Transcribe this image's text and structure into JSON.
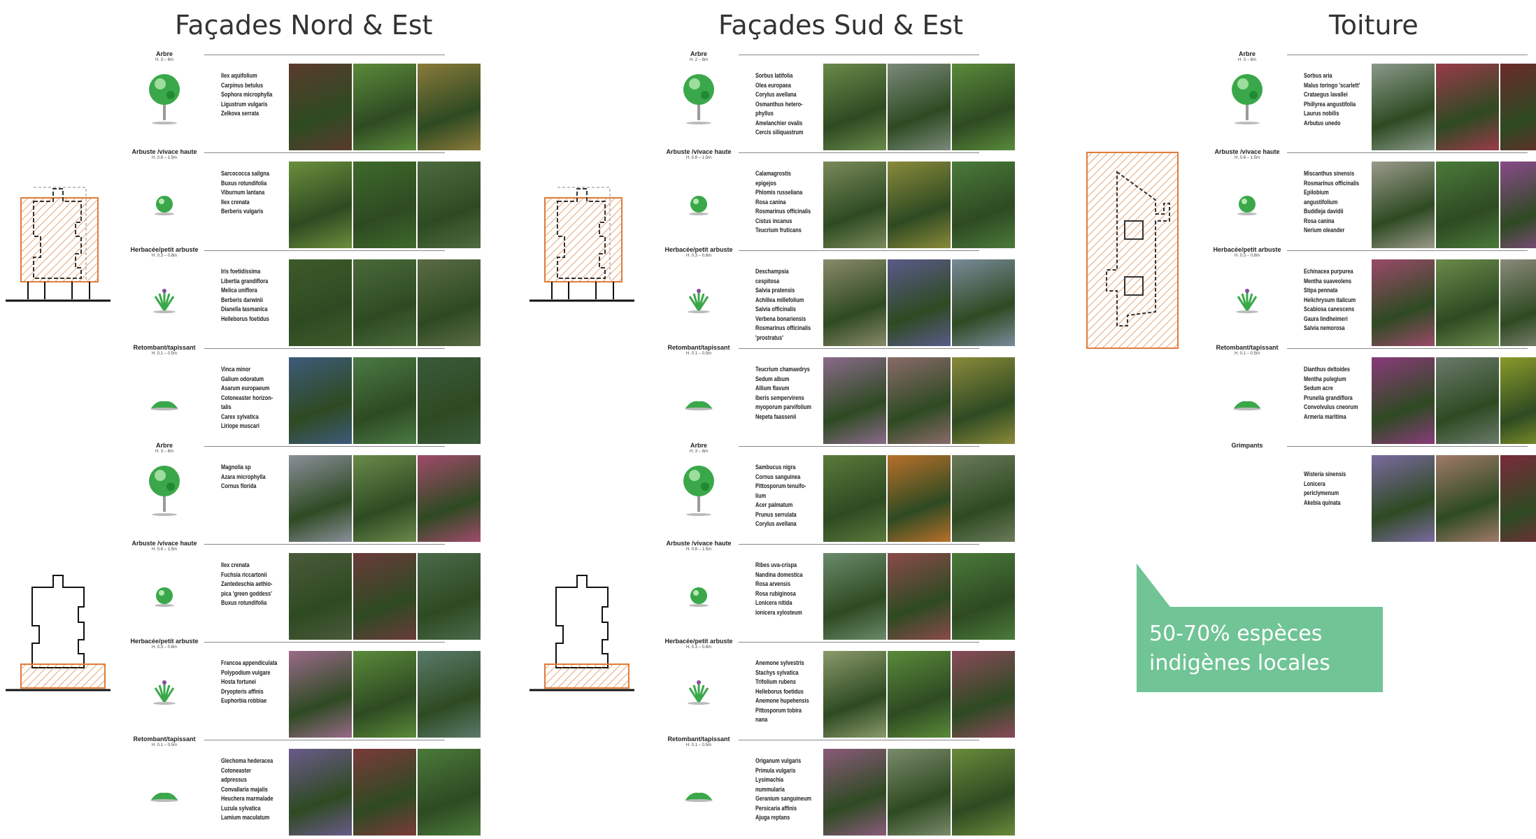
{
  "columns": [
    {
      "title": "Façades Nord & Est",
      "blocks": [
        {
          "category": "Arbre",
          "height": "H. 3 – 6m",
          "icon": "tree-icon",
          "plants": [
            "Ilex aquifolium",
            "Carpinus betulus",
            "Sophora microphylla",
            "Ligustrum vulgaris",
            "Zelkova serrata"
          ],
          "photos": [
            "#5a3b2c",
            "#5b8a3a",
            "#8a7a3a"
          ]
        },
        {
          "category": "Arbuste /vivace haute",
          "height": "H. 0.8 – 1.5m",
          "icon": "shrub-icon",
          "plants": [
            "Sarcococca saligna",
            "Buxus rotundifolia",
            "Viburnum lantana",
            "Ilex crenata",
            "Berberis vulgaris"
          ],
          "photos": [
            "#6b8f3c",
            "#3e6a2a",
            "#4d6b3e"
          ]
        },
        {
          "category": "Herbacée/petit arbuste",
          "height": "H. 0.3 – 0.8m",
          "icon": "herb-icon",
          "plants": [
            "Iris foetidissima",
            "Libertia grandiflora",
            "Melica uniflora",
            "Berberis darwinii",
            "Dianella tasmanica",
            "Helleborus foetidus"
          ],
          "photos": [
            "#3e5a2a",
            "#4a6a3a",
            "#5a6b44"
          ]
        },
        {
          "category": "Retombant/tapissant",
          "height": "H. 0.1 – 0.5m",
          "icon": "groundcover-icon",
          "plants": [
            "Vinca minor",
            "Galium odoratum",
            "Asarum europaeum",
            "Cotoneaster horizon-talis",
            "Carex sylvatica",
            "Liriope muscari"
          ],
          "photos": [
            "#3d5a7a",
            "#4a7a44",
            "#3a5a3a"
          ]
        },
        {
          "category": "Arbre",
          "height": "H. 3 – 6m",
          "icon": "tree-icon",
          "plants": [
            "Magnolia sp",
            "Azara microphylla",
            "Cornus florida"
          ],
          "photos": [
            "#8a8f9a",
            "#6a8a4a",
            "#a04a6a"
          ]
        },
        {
          "category": "Arbuste /vivace haute",
          "height": "H. 0.8 – 1.5m",
          "icon": "shrub-icon",
          "plants": [
            "Ilex crenata",
            "Fuchsia riccartonii",
            "Zantedeschia aethio-pica 'green goddess'",
            "Buxus rotundifolia"
          ],
          "photos": [
            "#4a5a3a",
            "#6a3a3a",
            "#4a6a4a"
          ]
        },
        {
          "category": "Herbacée/petit arbuste",
          "height": "H. 0.3 – 0.8m",
          "icon": "herb-icon",
          "plants": [
            "Francoa appendiculata",
            "Polypodium vulgare",
            "Hosta fortunei",
            "Dryopteris affinis",
            "Euphorbia robbiae"
          ],
          "photos": [
            "#9a6a8a",
            "#5a8a3a",
            "#5a7a6a"
          ]
        },
        {
          "category": "Retombant/tapissant",
          "height": "H. 0.1 – 0.5m",
          "icon": "groundcover-icon",
          "plants": [
            "Glechoma hederacea",
            "Cotoneaster adpressus",
            "Convallaria majalis",
            "Heuchera marmalade",
            "Luzula sylvatica",
            "Lamium maculatum"
          ],
          "photos": [
            "#6a5a8a",
            "#7a3a3a",
            "#4a7a3a"
          ]
        }
      ]
    },
    {
      "title": "Façades Sud & Est",
      "blocks": [
        {
          "category": "Arbre",
          "height": "H. 2 – 6m",
          "icon": "tree-icon",
          "plants": [
            "Sorbus latifolia",
            "Olea europaea",
            "Corylus avellana",
            "Osmanthus hetero-phyllus",
            "Amelanchier ovalis",
            "Cercis siliquastrum"
          ],
          "photos": [
            "#6a8a4a",
            "#7a8a7a",
            "#5a8a3a"
          ]
        },
        {
          "category": "Arbuste /vivace haute",
          "height": "H. 0.8 – 1.5m",
          "icon": "shrub-icon",
          "plants": [
            "Calamagrostis epigejos",
            "Phlomis russeliana",
            "Rosa canina",
            "Rosmarinus officinalis",
            "Cistus incanus",
            "Teucrium fruticans"
          ],
          "photos": [
            "#7a8a5a",
            "#8a8a3a",
            "#4a7a3a"
          ]
        },
        {
          "category": "Herbacée/petit arbuste",
          "height": "H. 0.3 – 0.8m",
          "icon": "herb-icon",
          "plants": [
            "Deschampsia cespitosa",
            "Salvia pratensis",
            "Achillea millefolium",
            "Salvia officinalis",
            "Verbena bonariensis",
            "Rosmarinus officinalis 'prostratus'"
          ],
          "photos": [
            "#8a8a6a",
            "#5a5a8a",
            "#7a8a9a"
          ]
        },
        {
          "category": "Retombant/tapissant",
          "height": "H. 0.1 – 0.5m",
          "icon": "groundcover-icon",
          "plants": [
            "Teucrium chamaedrys",
            "Sedum album",
            "Allium flavum",
            "Iberis sempervirens",
            "myoporum parvifolium",
            "Nepeta faassenii"
          ],
          "photos": [
            "#8a6a8a",
            "#8a6a6a",
            "#8a8a3a"
          ]
        },
        {
          "category": "Arbre",
          "height": "H. 3 – 6m",
          "icon": "tree-icon",
          "plants": [
            "Sambucus nigra",
            "Cornus sanguinea",
            "Pittosporum tenuifo-lium",
            "Acer palmatum",
            "Prunus serrulata",
            "Corylus avellana"
          ],
          "photos": [
            "#5a7a3a",
            "#b8702a",
            "#6a7a5a"
          ]
        },
        {
          "category": "Arbuste /vivace haute",
          "height": "H. 0.8 – 1.5m",
          "icon": "shrub-icon",
          "plants": [
            "Ribes uva-crispa",
            "Nandina domestica",
            "Rosa arvensis",
            "Rosa rubiginosa",
            "Lonicera nitida",
            "lonicera xylosteum"
          ],
          "photos": [
            "#6a8a6a",
            "#8a4a4a",
            "#4a7a3a"
          ]
        },
        {
          "category": "Herbacée/petit arbuste",
          "height": "H. 0.3 – 0.8m",
          "icon": "herb-icon",
          "plants": [
            "Anemone sylvestris",
            "Stachys sylvatica",
            "Trifolium rubens",
            "Helleborus foetidus",
            "Anemone hupehensis",
            "Pittosporum tobira nana"
          ],
          "photos": [
            "#8a9a6a",
            "#5a8a3a",
            "#8a4a5a"
          ]
        },
        {
          "category": "Retombant/tapissant",
          "height": "H. 0.1 – 0.5m",
          "icon": "groundcover-icon",
          "plants": [
            "Origanum vulgaris",
            "Primula vulgaris",
            "Lysimachia nummularia",
            "Geranium sanguineum",
            "Persicaria affinis",
            "Ajuga reptans"
          ],
          "photos": [
            "#8a5a7a",
            "#7a8a6a",
            "#6a8a3a"
          ]
        }
      ]
    },
    {
      "title": "Toiture",
      "blocks": [
        {
          "category": "Arbre",
          "height": "H. 3 – 6m",
          "icon": "tree-icon",
          "plants": [
            "Sorbus aria",
            "Malus toringo 'scarlett'",
            "Crataegus lavallei",
            "Phillyrea angustifolia",
            "Laurus nobilis",
            "Arbutus unedo"
          ],
          "photos": [
            "#8a9a8a",
            "#9a3a4a",
            "#6a2a2a"
          ]
        },
        {
          "category": "Arbuste /vivace haute",
          "height": "H. 0.8 – 1.5m",
          "icon": "shrub-icon",
          "plants": [
            "Miscanthus sinensis",
            "Rosmarinus officinalis",
            "Epilobium angustifolium",
            "Buddleja davidii",
            "Rosa canina",
            "Nerium oleander"
          ],
          "photos": [
            "#9a9a8a",
            "#4a7a3a",
            "#8a4a8a"
          ]
        },
        {
          "category": "Herbacée/petit arbuste",
          "height": "H. 0.3 – 0.8m",
          "icon": "herb-icon",
          "plants": [
            "Echinacea purpurea",
            "Mentha suaveolens",
            "Stipa pennata",
            "Helichrysum italicum",
            "Scabiosa canescens",
            "Gaura lindheimeri",
            "Salvia nemorosa"
          ],
          "photos": [
            "#9a4a6a",
            "#6a8a4a",
            "#8a8a7a"
          ]
        },
        {
          "category": "Retombant/tapissant",
          "height": "H. 0.1 – 0.5m",
          "icon": "groundcover-icon",
          "plants": [
            "Dianthus deltoides",
            "Mentha pulegium",
            "Sedum acre",
            "Prunella grandiflora",
            "Convolvulus cneorum",
            "Armeria maritima"
          ],
          "photos": [
            "#8a3a7a",
            "#6a7a6a",
            "#8a9a2a"
          ]
        },
        {
          "category": "Grimpants",
          "height": "",
          "icon": "",
          "plants": [
            "Wisteria sinensis",
            "Lonicera periclymenum",
            "Akebia quinata"
          ],
          "photos": [
            "#7a6aa0",
            "#a07a6a",
            "#7a2a3a"
          ]
        }
      ]
    }
  ],
  "badge": {
    "line1": "50-70% espèces",
    "line2": "indigènes locales",
    "color": "#70c495"
  },
  "accent": "#e07b39"
}
